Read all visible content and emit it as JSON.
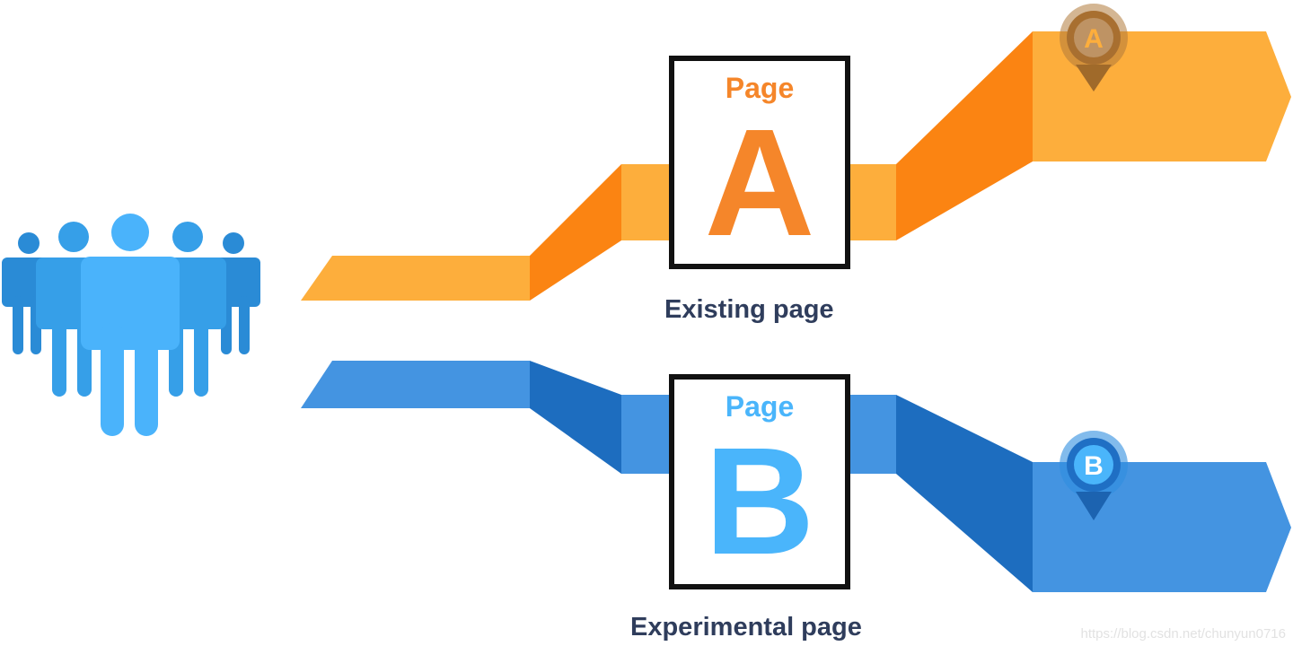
{
  "variant_a": {
    "page_word": "Page",
    "letter": "A",
    "caption": "Existing page",
    "pin_letter": "A"
  },
  "variant_b": {
    "page_word": "Page",
    "letter": "B",
    "caption": "Experimental page",
    "pin_letter": "B"
  },
  "watermark": "https://blog.csdn.net/chunyun0716",
  "colors": {
    "orange_light": "#FDAE3C",
    "orange_dark": "#FB8412",
    "blue_light": "#4494E1",
    "blue_dark": "#1D6DBF",
    "text_a": "#F5862A",
    "text_b": "#4AB5FB",
    "people": "#3BA5EE"
  }
}
